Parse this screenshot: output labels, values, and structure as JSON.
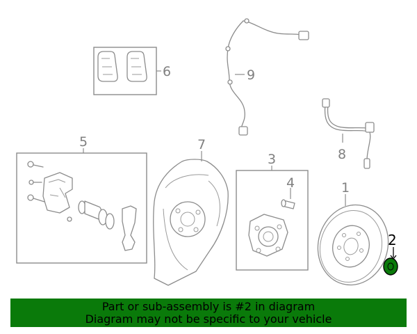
{
  "diagram": {
    "callouts": {
      "one": "1",
      "two": "2",
      "three": "3",
      "four": "4",
      "five": "5",
      "six": "6",
      "seven": "7",
      "eight": "8",
      "nine": "9"
    },
    "highlighted_part": "2",
    "highlight_color": "#0a7a0a"
  },
  "banner": {
    "line1": "Part or sub-assembly is #2 in diagram",
    "line2": "Diagram may not be specific to your vehicle",
    "background": "#0a7a0a"
  }
}
